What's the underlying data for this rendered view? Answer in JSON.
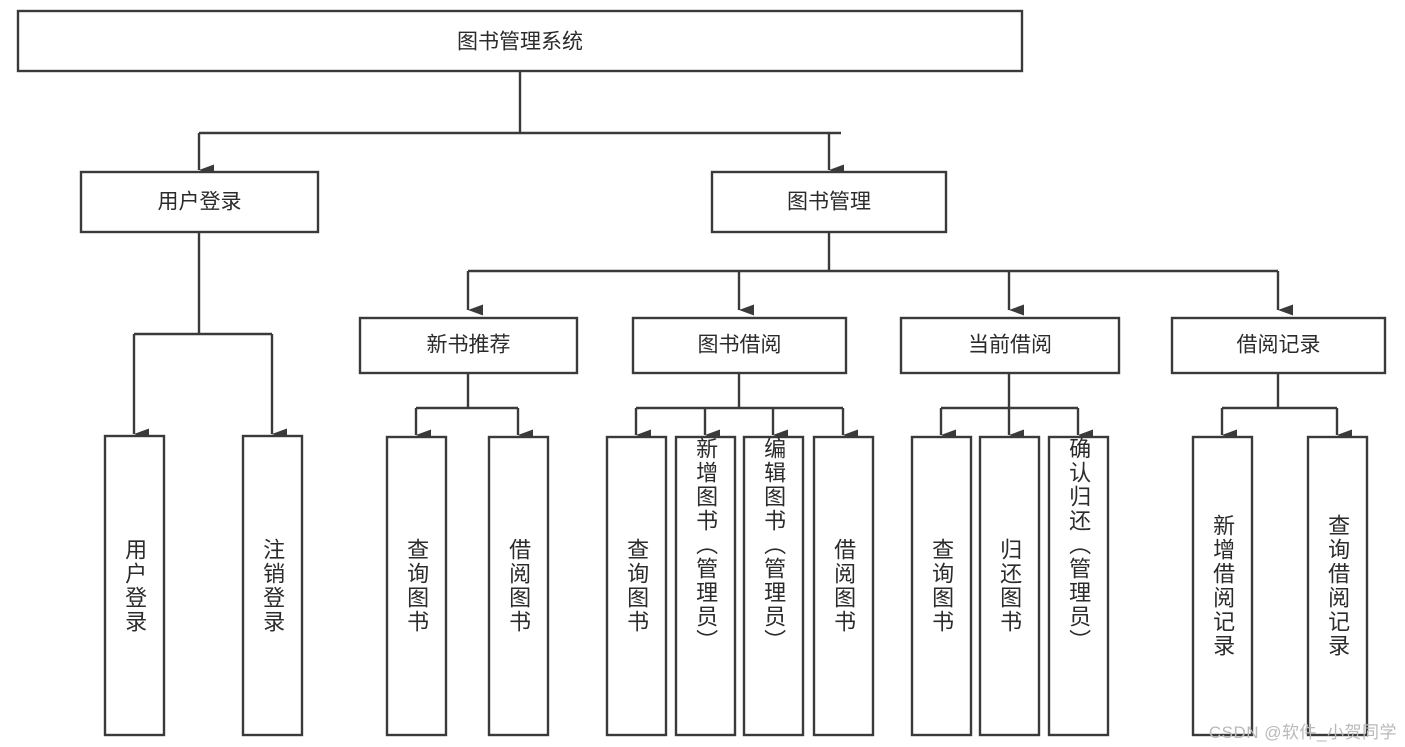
{
  "diagram": {
    "type": "tree-hierarchy-chart",
    "title": "图书管理系统",
    "watermark": "CSDN @软件_小贺同学",
    "colors": {
      "stroke": "#3a3a3a",
      "fill": "#ffffff",
      "text": "#2b2b2b",
      "watermark": "#b9b9b9",
      "background": "#ffffff"
    },
    "root": {
      "label": "图书管理系统"
    },
    "level2": [
      {
        "label": "用户登录"
      },
      {
        "label": "图书管理"
      }
    ],
    "level3": [
      {
        "label": "新书推荐"
      },
      {
        "label": "图书借阅"
      },
      {
        "label": "当前借阅"
      },
      {
        "label": "借阅记录"
      }
    ],
    "leaves": {
      "user_login": [
        {
          "label": "用户登录"
        },
        {
          "label": "注销登录"
        }
      ],
      "new_book_recommend": [
        {
          "label": "查询图书"
        },
        {
          "label": "借阅图书"
        }
      ],
      "book_borrow": [
        {
          "label": "查询图书"
        },
        {
          "label": "新增图书（管理员）"
        },
        {
          "label": "编辑图书（管理员）"
        },
        {
          "label": "借阅图书"
        }
      ],
      "current_borrow": [
        {
          "label": "查询图书"
        },
        {
          "label": "归还图书"
        },
        {
          "label": "确认归还（管理员）"
        }
      ],
      "borrow_record": [
        {
          "label": "新增借阅记录"
        },
        {
          "label": "查询借阅记录"
        }
      ]
    }
  }
}
